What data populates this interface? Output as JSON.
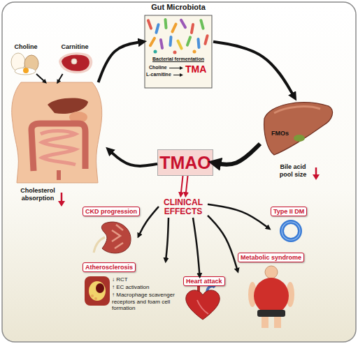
{
  "diagram": {
    "nodes": [
      {
        "text": [
          "Gut Microbiota",
          "Bacterial fermentation",
          "Choline",
          "L-carnitine",
          "TMA"
        ]
      },
      {
        "text": [
          "Choline"
        ]
      },
      {
        "text": [
          "Carnitine"
        ]
      },
      {
        "text": [
          "Cholesterol absorption"
        ]
      },
      {
        "text": [
          "FMOs",
          "Bile acid pool size"
        ]
      },
      {
        "text": [
          "TMAO"
        ]
      },
      {
        "text": [
          "CLINICAL EFFECTS"
        ]
      },
      {
        "text": [
          "CKD progression"
        ]
      },
      {
        "text": [
          "Type II DM"
        ]
      },
      {
        "text": [
          "Metabolic syndrome"
        ]
      },
      {
        "text": [
          "Atherosclerosis",
          "↓ RCT",
          "↑ EC activation",
          "↑ Macrophage scavenger receptors and foam cell formation"
        ]
      },
      {
        "text": [
          "Heart attack"
        ]
      }
    ],
    "edges": [
      {
        "from": 1,
        "to": 3,
        "arrow": "to"
      },
      {
        "from": 2,
        "to": 3,
        "arrow": "to"
      },
      {
        "from": 3,
        "to": 0,
        "arrow": "to"
      },
      {
        "from": 0,
        "to": 4,
        "arrow": "to"
      },
      {
        "from": 4,
        "to": 5,
        "arrow": "to"
      },
      {
        "from": 5,
        "to": 3,
        "arrow": "to"
      },
      {
        "from": 5,
        "to": 6,
        "arrow": "to"
      },
      {
        "from": 6,
        "to": 7,
        "arrow": "to"
      },
      {
        "from": 6,
        "to": 8,
        "arrow": "to"
      },
      {
        "from": 6,
        "to": 9,
        "arrow": "to"
      },
      {
        "from": 6,
        "to": 10,
        "arrow": "to"
      },
      {
        "from": 6,
        "to": 11,
        "arrow": "to"
      }
    ]
  }
}
